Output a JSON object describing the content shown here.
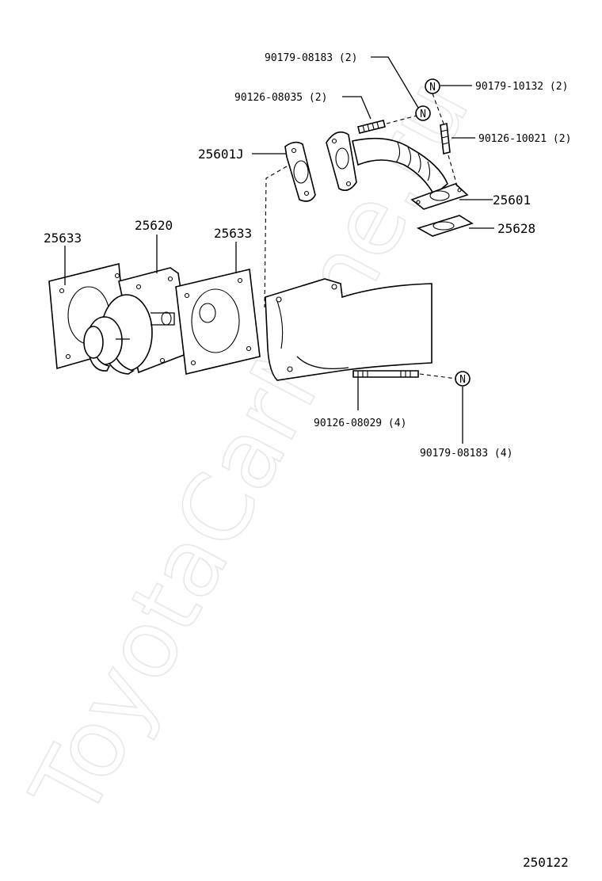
{
  "watermark": "ToyotaCarMine.ru",
  "diagram_code": "250122",
  "nut_symbol": "N",
  "labels": {
    "nut_90179_08183_top": "90179-08183 (2)",
    "stud_90126_08035": "90126-08035 (2)",
    "nut_90179_10132": "90179-10132 (2)",
    "stud_90126_10021": "90126-10021 (2)",
    "gasket_25601j": "25601J",
    "pipe_25601": "25601",
    "gasket_25628": "25628",
    "gasket_25633_left": "25633",
    "valve_25620": "25620",
    "gasket_25633_right": "25633",
    "stud_90126_08029": "90126-08029 (4)",
    "nut_90179_08183_bottom": "90179-08183 (4)"
  }
}
